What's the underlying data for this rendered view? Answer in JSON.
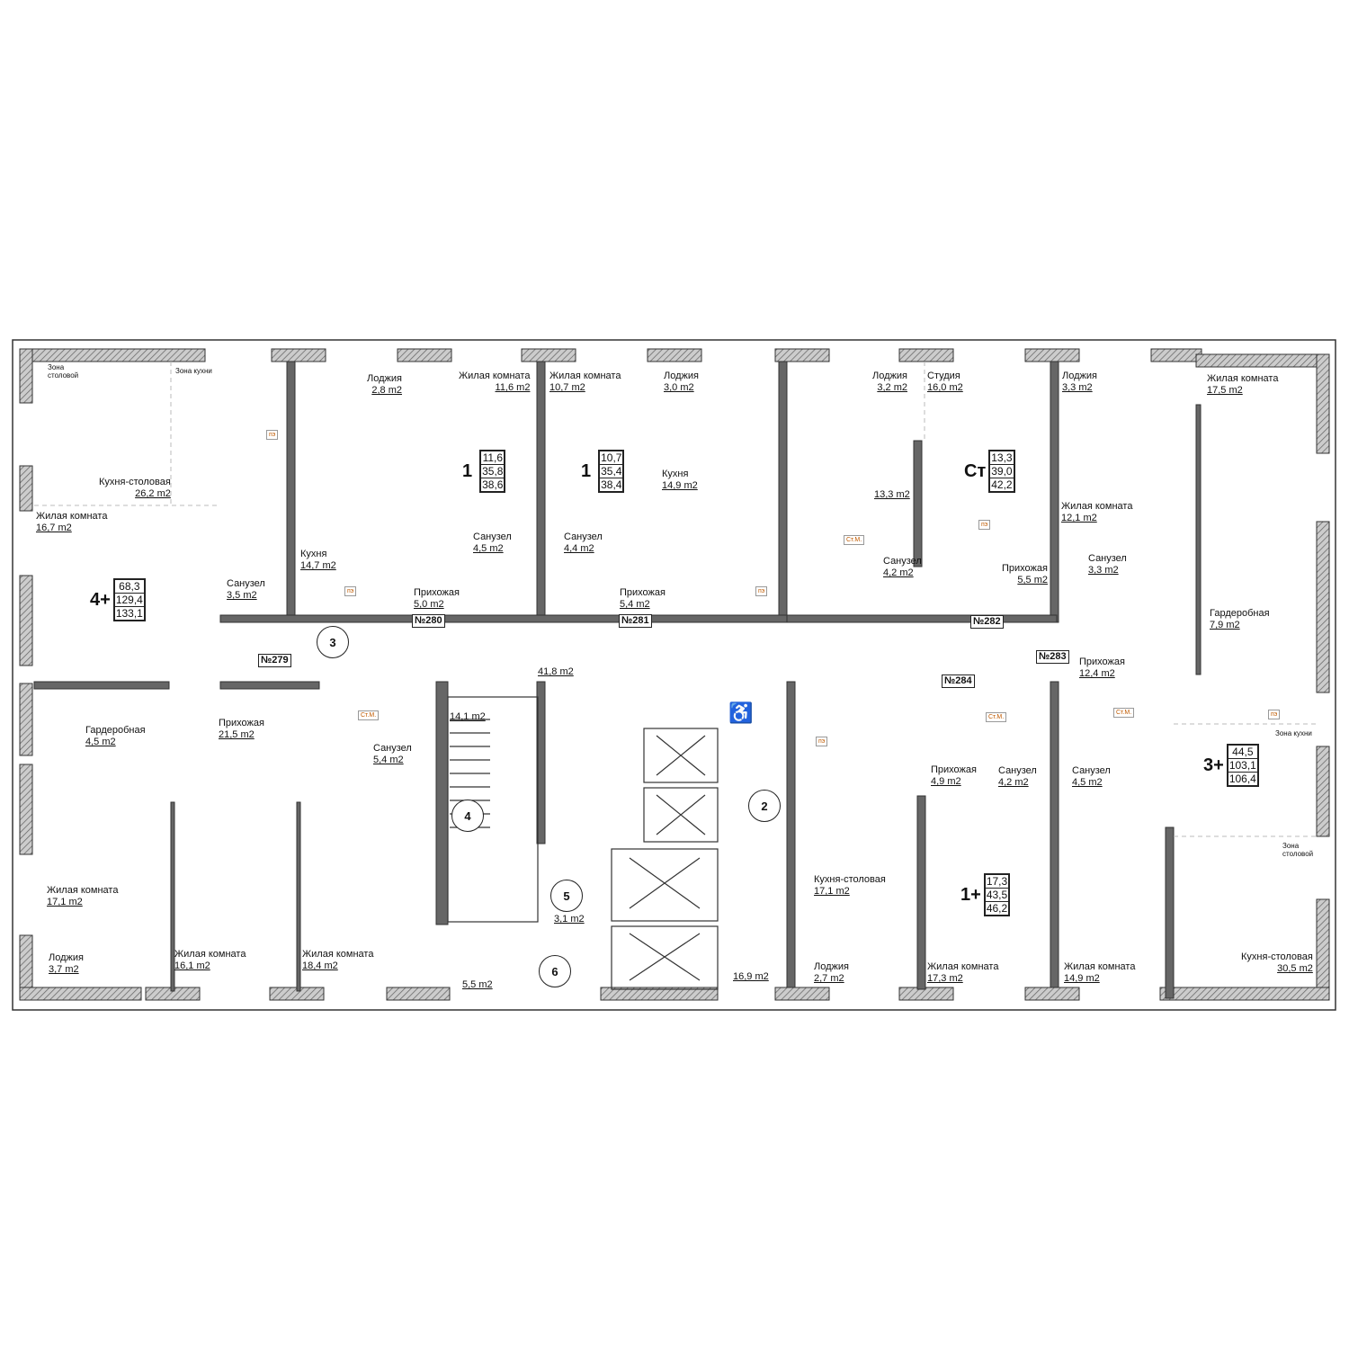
{
  "rooms": [
    {
      "name": "Зона столовой",
      "area": ""
    },
    {
      "name": "Зона кухни",
      "area": ""
    },
    {
      "name": "Кухня-столовая",
      "area": "26,2 m2"
    },
    {
      "name": "Жилая комната",
      "area": "16,7 m2"
    },
    {
      "name": "Лоджия",
      "area": "2,8 m2"
    },
    {
      "name": "Кухня",
      "area": "14,7 m2"
    },
    {
      "name": "Санузел",
      "area": "3,5 m2"
    },
    {
      "name": "Прихожая",
      "area": "5,0 m2"
    },
    {
      "name": "Жилая комната",
      "area": "11,6 m2"
    },
    {
      "name": "Жилая комната",
      "area": "10,7 m2"
    },
    {
      "name": "Санузел",
      "area": "4,5 m2"
    },
    {
      "name": "Санузел",
      "area": "4,4 m2"
    },
    {
      "name": "Прихожая",
      "area": "5,4 m2"
    },
    {
      "name": "Лоджия",
      "area": "3,0 m2"
    },
    {
      "name": "Кухня",
      "area": "14,9 m2"
    },
    {
      "name": "Лоджия",
      "area": "3,2 m2"
    },
    {
      "name": "Студия",
      "area": "16,0 m2"
    },
    {
      "name": "",
      "area": "13,3 m2"
    },
    {
      "name": "Санузел",
      "area": "4,2 m2"
    },
    {
      "name": "Прихожая",
      "area": "5,5 m2"
    },
    {
      "name": "Лоджия",
      "area": "3,3 m2"
    },
    {
      "name": "Жилая комната",
      "area": "17,5 m2"
    },
    {
      "name": "Жилая комната",
      "area": "12,1 m2"
    },
    {
      "name": "Санузел",
      "area": "3,3 m2"
    },
    {
      "name": "Гардеробная",
      "area": "7,9 m2"
    },
    {
      "name": "Прихожая",
      "area": "12,4 m2"
    },
    {
      "name": "Гардеробная",
      "area": "4,5 m2"
    },
    {
      "name": "Прихожая",
      "area": "21,5 m2"
    },
    {
      "name": "Санузел",
      "area": "5,4 m2"
    },
    {
      "name": "",
      "area": "41,8 m2"
    },
    {
      "name": "",
      "area": "14,1 m2"
    },
    {
      "name": "Прихожая",
      "area": "4,9 m2"
    },
    {
      "name": "Санузел",
      "area": "4,2 m2"
    },
    {
      "name": "Санузел",
      "area": "4,5 m2"
    },
    {
      "name": "Зона кухни",
      "area": ""
    },
    {
      "name": "Зона столовой",
      "area": ""
    },
    {
      "name": "Кухня-столовая",
      "area": "17,1 m2"
    },
    {
      "name": "Жилая комната",
      "area": "17,1 m2"
    },
    {
      "name": "Лоджия",
      "area": "3,7 m2"
    },
    {
      "name": "Жилая комната",
      "area": "16,1 m2"
    },
    {
      "name": "Жилая комната",
      "area": "18,4 m2"
    },
    {
      "name": "Лоджия",
      "area": "2,7 m2"
    },
    {
      "name": "Жилая комната",
      "area": "17,3 m2"
    },
    {
      "name": "Жилая комната",
      "area": "14,9 m2"
    },
    {
      "name": "Кухня-столовая",
      "area": "30,5 m2"
    },
    {
      "name": "",
      "area": "3,1 m2"
    },
    {
      "name": "",
      "area": "5,5 m2"
    },
    {
      "name": "",
      "area": "16,9 m2"
    }
  ],
  "apartments": [
    {
      "type": "4+",
      "living": "68,3",
      "total": "129,4",
      "gross": "133,1"
    },
    {
      "type": "1",
      "living": "11,6",
      "total": "35,8",
      "gross": "38,6"
    },
    {
      "type": "1",
      "living": "10,7",
      "total": "35,4",
      "gross": "38,4"
    },
    {
      "type": "Ст",
      "living": "13,3",
      "total": "39,0",
      "gross": "42,2"
    },
    {
      "type": "3+",
      "living": "44,5",
      "total": "103,1",
      "gross": "106,4"
    },
    {
      "type": "1+",
      "living": "17,3",
      "total": "43,5",
      "gross": "46,2"
    }
  ],
  "apartment_numbers": [
    "№279",
    "№280",
    "№281",
    "№282",
    "№283",
    "№284"
  ],
  "core_markers": [
    "3",
    "4",
    "2",
    "5",
    "6"
  ],
  "fixture_labels": {
    "stove": "пэ",
    "riser": "Ст.М."
  },
  "icons": {
    "accessibility": "wheelchair-icon"
  },
  "colors": {
    "wall": "#555555",
    "hatch": "#888888",
    "accessible": "#cc0000",
    "stove": "#c05a00"
  }
}
